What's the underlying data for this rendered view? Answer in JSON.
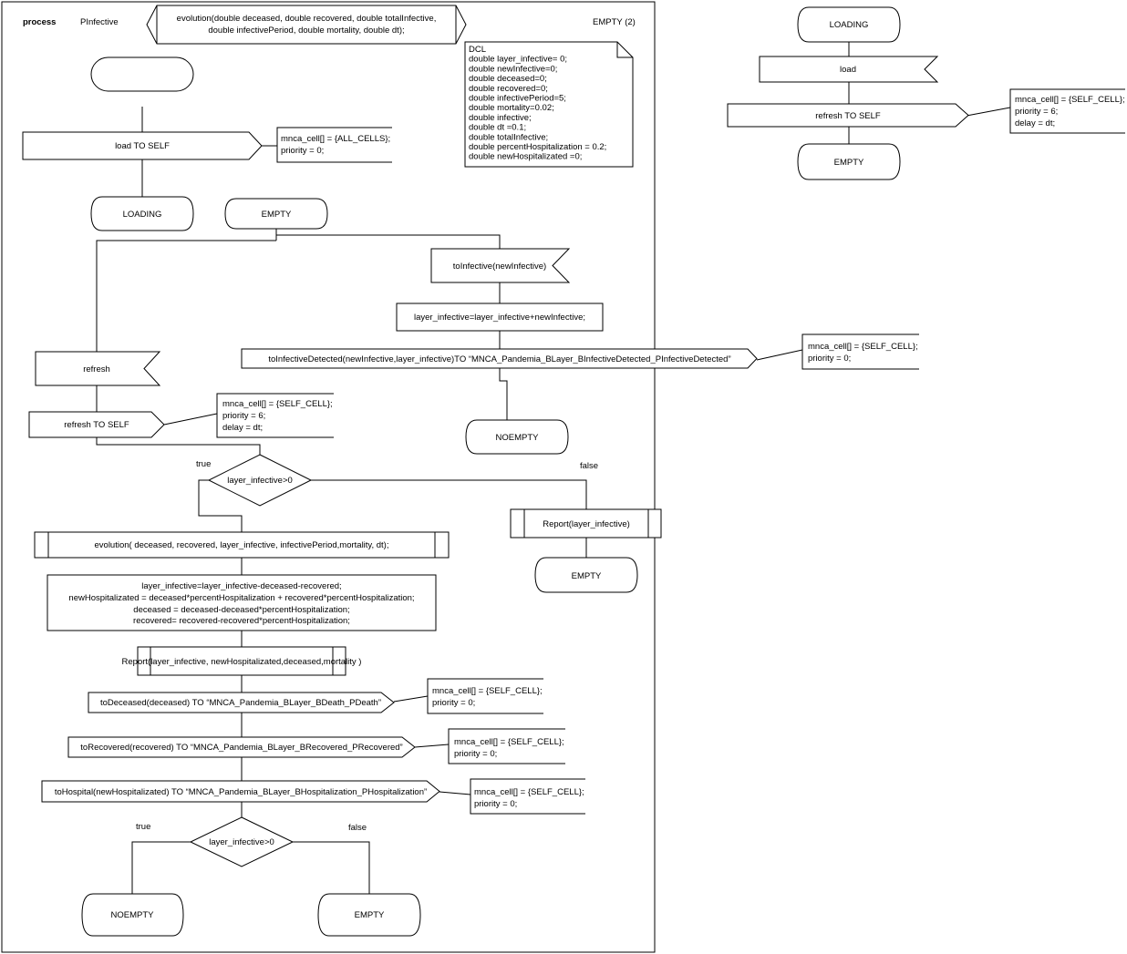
{
  "header": {
    "process_keyword": "process",
    "process_name": "PInfective",
    "procedure_signature": [
      "evolution(double deceased, double recovered, double totalInfective,",
      "double infectivePeriod, double mortality, double dt);"
    ],
    "page_label": "EMPTY (2)"
  },
  "dcl_note": [
    "DCL",
    "double layer_infective= 0;",
    "double newInfective=0;",
    "double deceased=0;",
    "double recovered=0;",
    "double infectivePeriod=5;",
    "double mortality=0.02;",
    "double infective;",
    "double dt =0.1;",
    "double totalInfective;",
    "double percentHospitalization = 0.2;",
    "double newHospitalizated =0;"
  ],
  "main_flow": {
    "start_label": "",
    "load_output": "load TO SELF",
    "load_comment": [
      "mnca_cell[] = {ALL_CELLS};",
      "priority = 0;"
    ],
    "loading_state": "LOADING",
    "empty_state": "EMPTY",
    "refresh_input": "refresh",
    "refresh_output": "refresh TO SELF",
    "refresh_comment": [
      "mnca_cell[] = {SELF_CELL};",
      "priority = 6;",
      "delay = dt;"
    ],
    "decision1": {
      "condition": "layer_infective>0",
      "true_label": "true",
      "false_label": "false"
    },
    "evolution_call": "evolution( deceased, recovered, layer_infective, infectivePeriod,mortality, dt);",
    "compute_task": [
      "layer_infective=layer_infective-deceased-recovered;",
      "newHospitalizated = deceased*percentHospitalization + recovered*percentHospitalization;",
      "deceased = deceased-deceased*percentHospitalization;",
      "recovered= recovered-recovered*percentHospitalization;"
    ],
    "report_call": "Report(layer_infective, newHospitalizated,deceased,mortality )",
    "to_deceased": "toDeceased(deceased) TO “MNCA_Pandemia_BLayer_BDeath_PDeath”",
    "to_deceased_comment": [
      "mnca_cell[] = {SELF_CELL};",
      "priority = 0;"
    ],
    "to_recovered": "toRecovered(recovered) TO “MNCA_Pandemia_BLayer_BRecovered_PRecovered”",
    "to_recovered_comment": [
      "mnca_cell[] = {SELF_CELL};",
      "priority = 0;"
    ],
    "to_hospital": "toHospital(newHospitalizated) TO “MNCA_Pandemia_BLayer_BHospitalization_PHospitalization”",
    "to_hospital_comment": [
      "mnca_cell[] = {SELF_CELL};",
      "priority = 0;"
    ],
    "decision2": {
      "condition": "layer_infective>0",
      "true_label": "true",
      "false_label": "false"
    },
    "end_noempty": "NOEMPTY",
    "end_empty": "EMPTY",
    "false_branch_report": "Report(layer_infective)",
    "false_branch_state": "EMPTY"
  },
  "empty_branch": {
    "input": "toInfective(newInfective)",
    "task": "layer_infective=layer_infective+newInfective;",
    "output": "toInfectiveDetected(newInfective,layer_infective)TO “MNCA_Pandemia_BLayer_BInfectiveDetected_PInfectiveDetected”",
    "output_comment": [
      "mnca_cell[] = {SELF_CELL};",
      "priority = 0;"
    ],
    "next_state": "NOEMPTY"
  },
  "loading_process": {
    "state": "LOADING",
    "input": "load",
    "output": "refresh TO SELF",
    "output_comment": [
      "mnca_cell[] = {SELF_CELL};",
      "priority = 6;",
      "delay = dt;"
    ],
    "next_state": "EMPTY"
  }
}
